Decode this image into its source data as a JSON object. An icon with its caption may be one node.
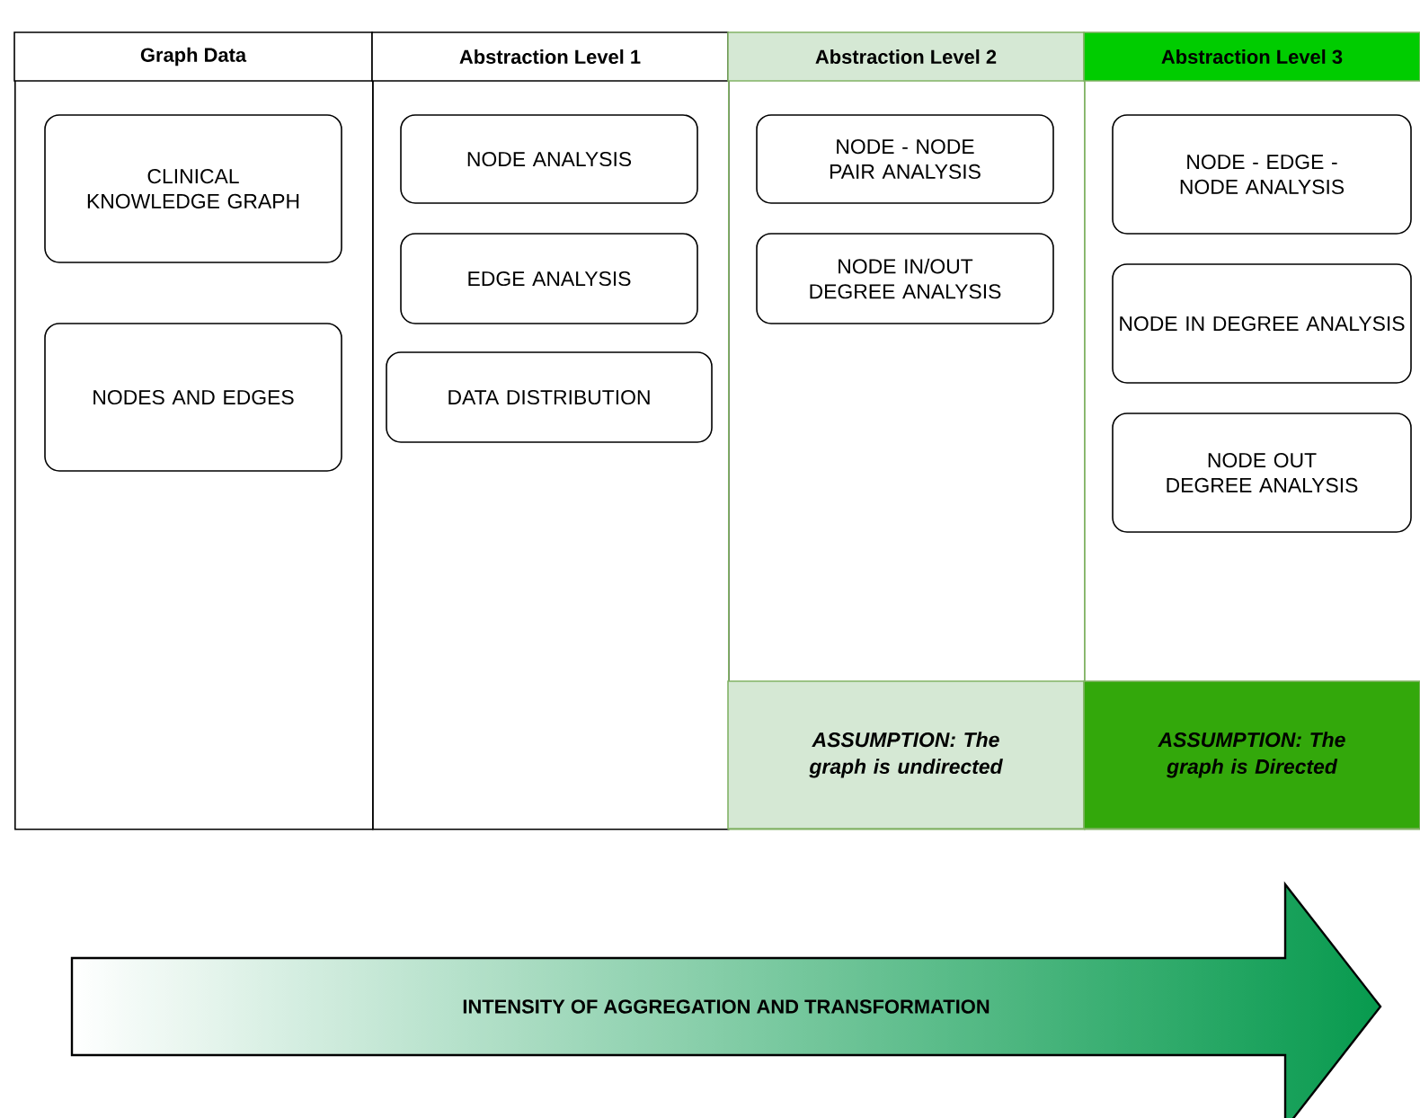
{
  "diagram": {
    "nodes": [
      {
        "text": [
          "Graph Data"
        ]
      },
      {
        "text": [
          "CLINICAL KNOWLEDGE GRAPH"
        ],
        "in": 0
      },
      {
        "text": [
          "NODES AND EDGES"
        ],
        "in": 0
      },
      {
        "text": [
          "Abstraction Level 1"
        ]
      },
      {
        "text": [
          "NODE ANALYSIS"
        ],
        "in": 3
      },
      {
        "text": [
          "EDGE ANALYSIS"
        ],
        "in": 3
      },
      {
        "text": [
          "DATA DISTRIBUTION"
        ],
        "in": 3
      },
      {
        "text": [
          "Abstraction Level 2"
        ]
      },
      {
        "text": [
          "NODE - NODE PAIR ANALYSIS"
        ],
        "in": 7
      },
      {
        "text": [
          "NODE IN/OUT DEGREE ANALYSIS"
        ],
        "in": 7
      },
      {
        "text": [
          "ASSUMPTION: The graph is undirected"
        ],
        "in": 7
      },
      {
        "text": [
          "Abstraction Level 3"
        ]
      },
      {
        "text": [
          "NODE - EDGE - NODE ANALYSIS"
        ],
        "in": 11
      },
      {
        "text": [
          "NODE IN DEGREE ANALYSIS"
        ],
        "in": 11
      },
      {
        "text": [
          "NODE OUT DEGREE ANALYSIS"
        ],
        "in": 11
      },
      {
        "text": [
          "ASSUMPTION: The graph is Directed"
        ],
        "in": 11
      },
      {
        "text": [
          "INTENSITY OF AGGREGATION AND TRANSFORMATION"
        ]
      }
    ],
    "edges": []
  }
}
